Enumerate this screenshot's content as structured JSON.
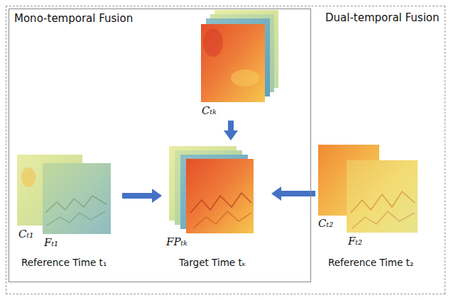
{
  "diagram": {
    "nodes": [
      {
        "text": [
          "Dual-temporal Fusion"
        ]
      },
      {
        "text": [
          "Mono-temporal Fusion"
        ],
        "in": 0
      },
      {
        "text": [
          "Cₜₖ"
        ],
        "in": 1
      },
      {
        "text": [
          "Cₜ₁",
          "Fₜ₁",
          "Reference Time t₁"
        ],
        "in": 1
      },
      {
        "text": [
          "FPₜₖ",
          "Target Time tₖ"
        ],
        "in": 1
      },
      {
        "text": [
          "Cₜ₂",
          "Fₜ₂",
          "Reference Time t₂"
        ],
        "in": 0
      }
    ],
    "edges": [
      {
        "from": 3,
        "to": 4,
        "arrow": "to"
      },
      {
        "from": 2,
        "to": 4,
        "arrow": "to"
      },
      {
        "from": 5,
        "to": 4,
        "arrow": "to"
      }
    ]
  }
}
